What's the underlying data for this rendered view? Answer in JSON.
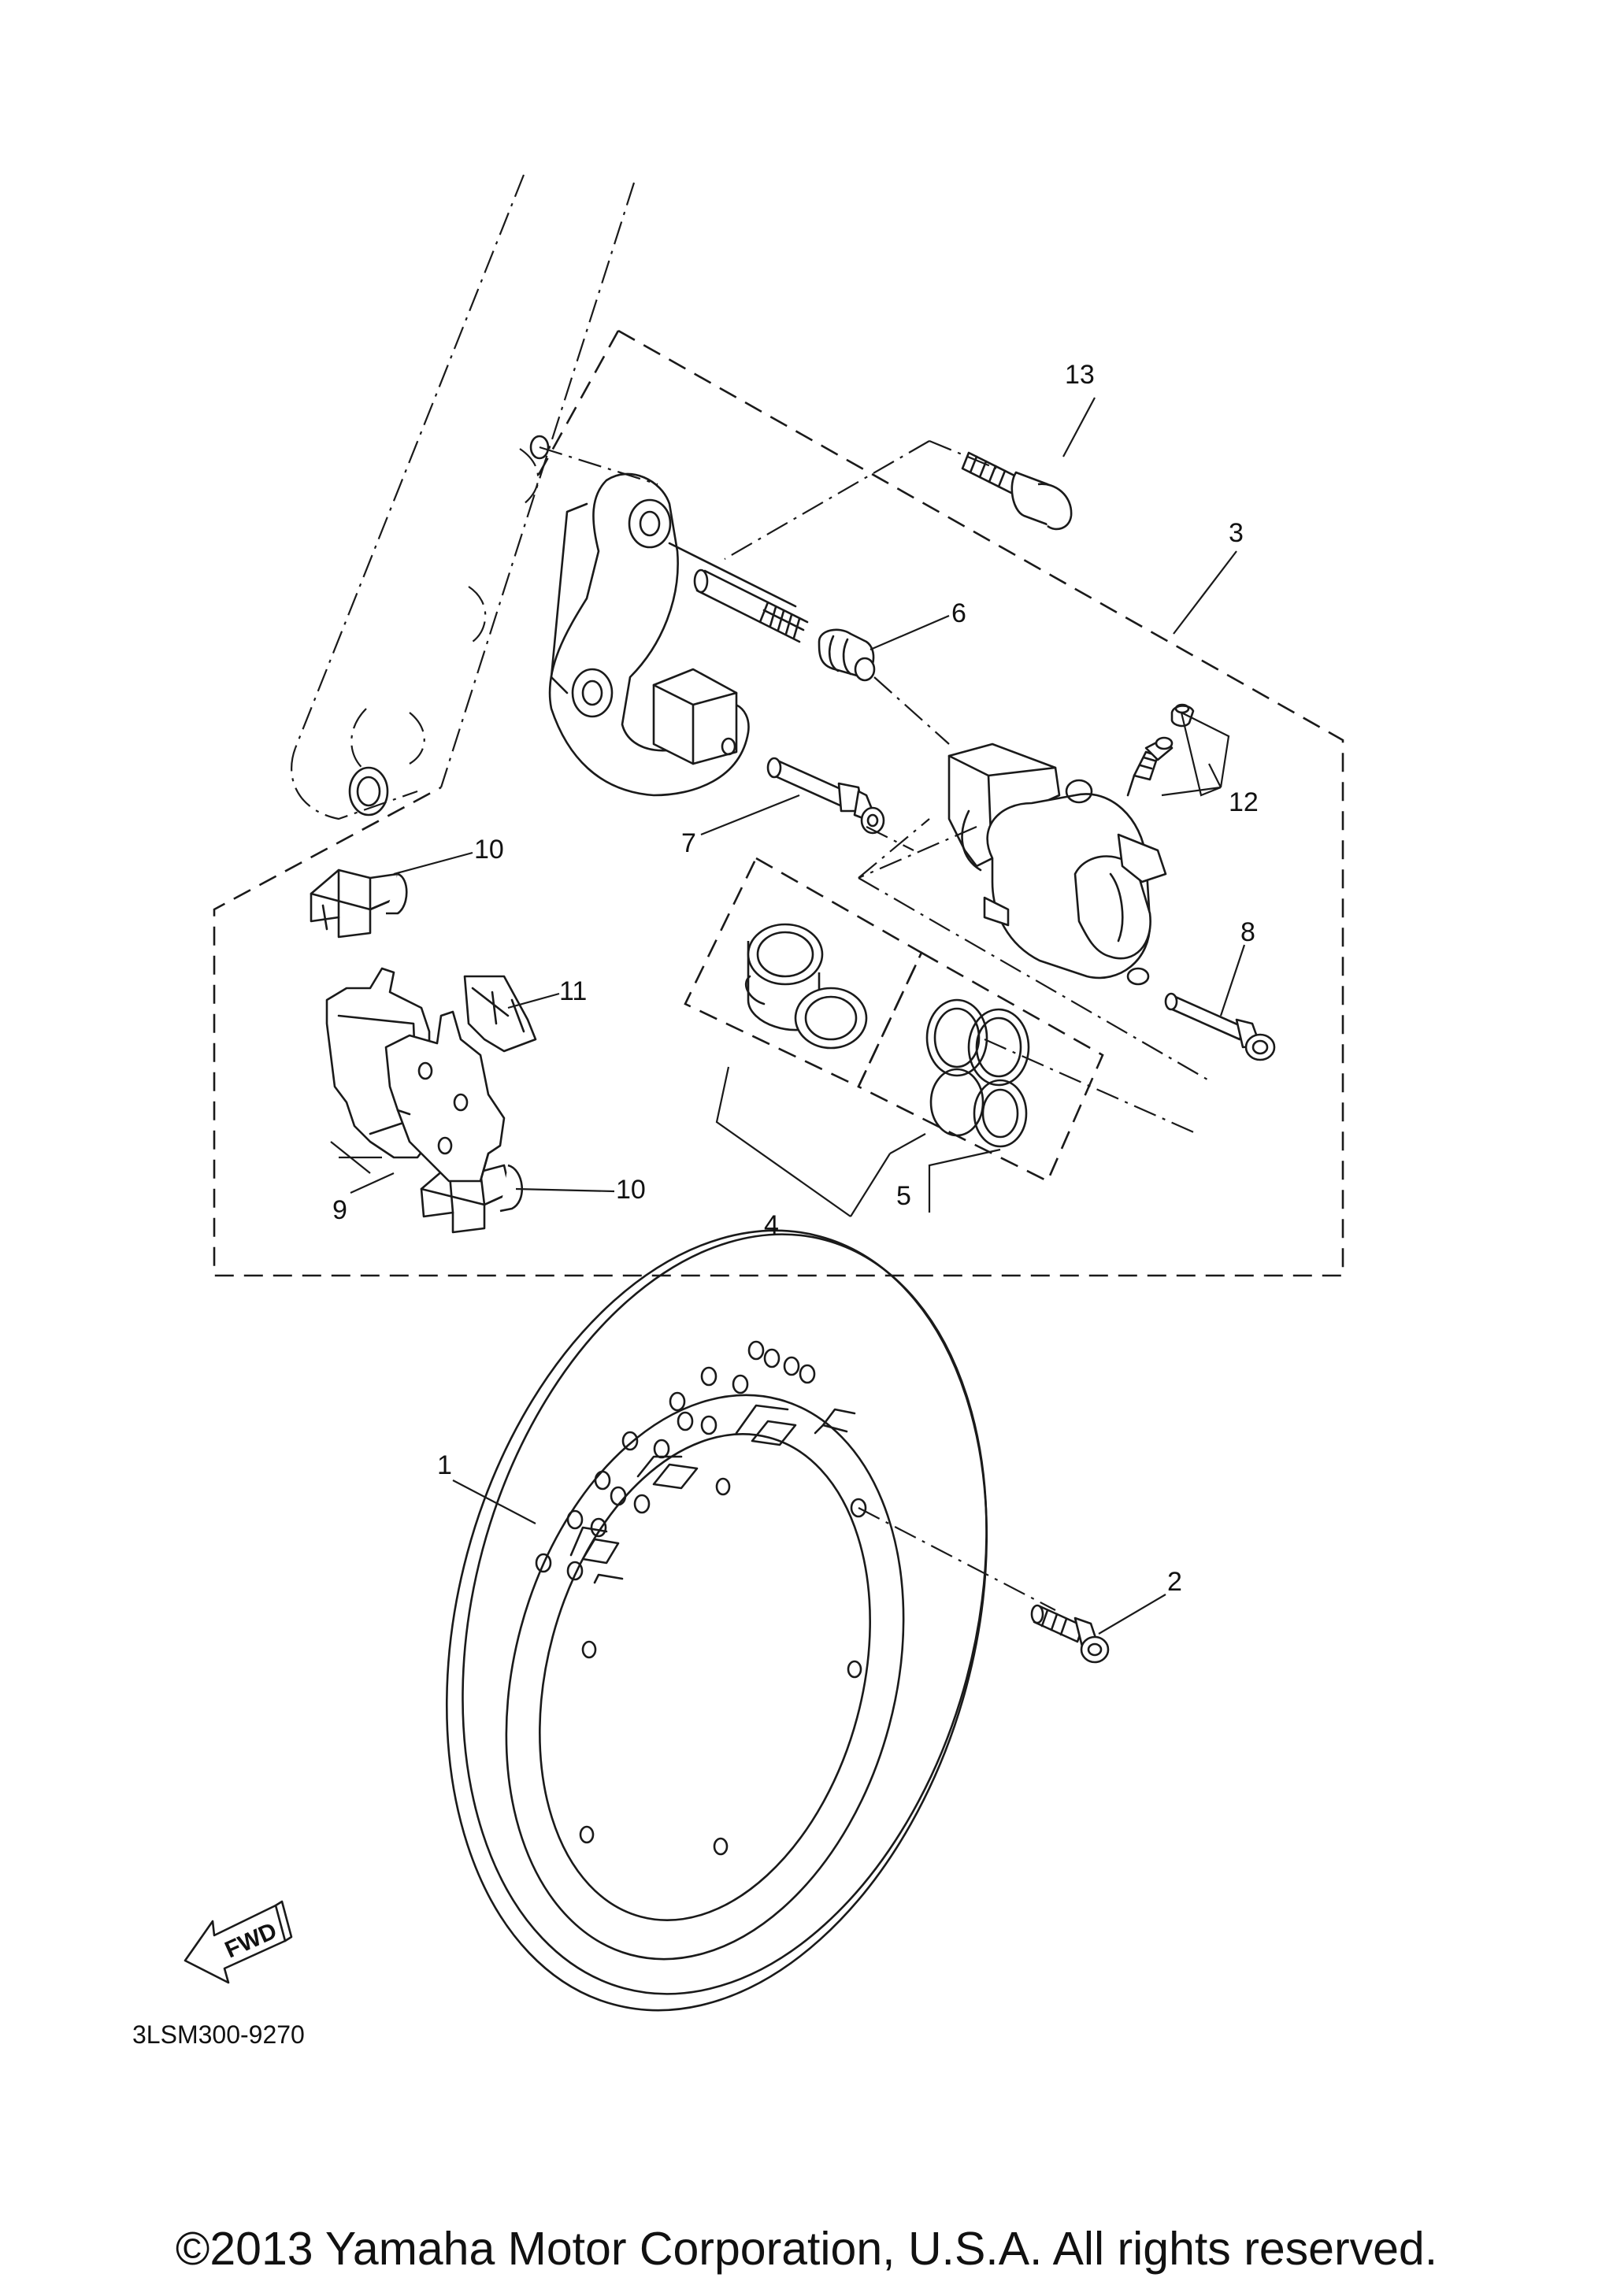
{
  "diagram_code": "3LSM300-9270",
  "copyright": "©2013 Yamaha Motor Corporation, U.S.A. All rights reserved.",
  "direction_label": "FWD",
  "callouts": {
    "c1": "1",
    "c2": "2",
    "c3": "3",
    "c4": "4",
    "c5": "5",
    "c6": "6",
    "c7": "7",
    "c8": "8",
    "c9": "9",
    "c10a": "10",
    "c10b": "10",
    "c11": "11",
    "c12": "12",
    "c13": "13"
  }
}
